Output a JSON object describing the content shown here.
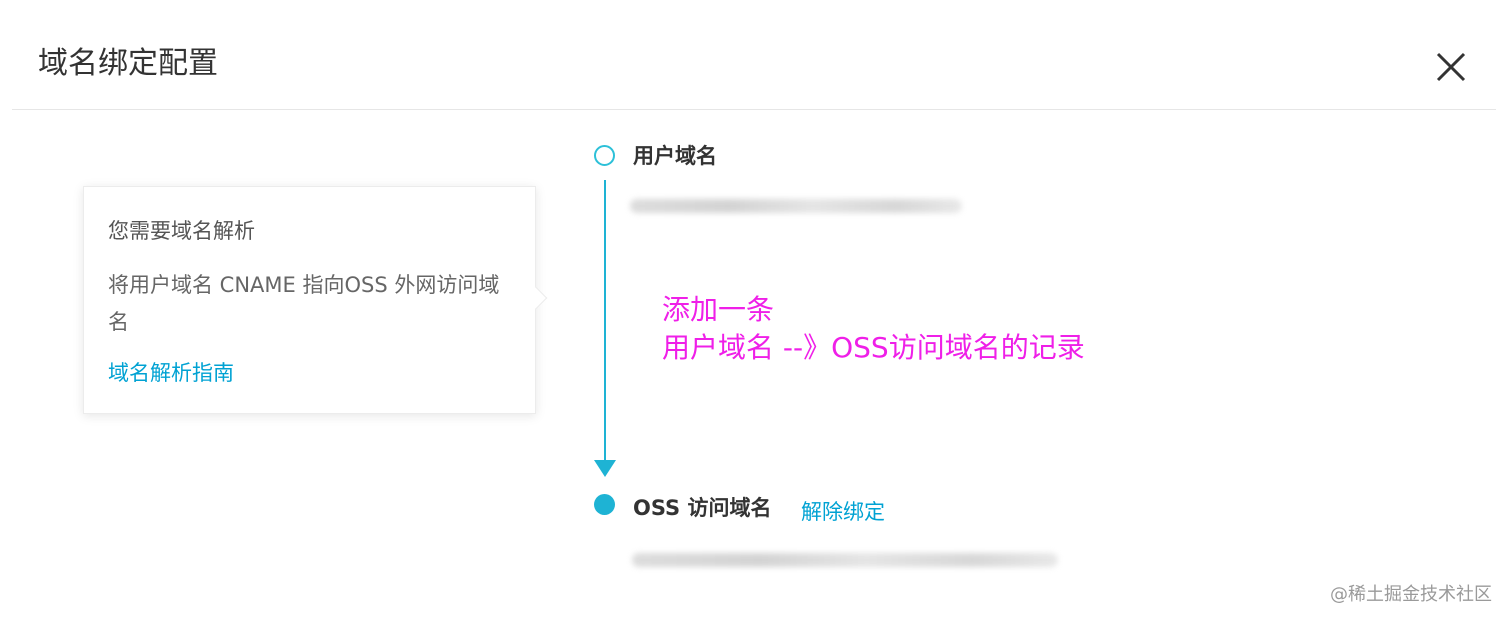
{
  "dialog": {
    "title": "域名绑定配置",
    "close_icon": "close-icon"
  },
  "popover": {
    "title": "您需要域名解析",
    "description": "将用户域名 CNAME 指向OSS 外网访问域名",
    "link": "域名解析指南"
  },
  "steps": {
    "user_domain": {
      "label": "用户域名",
      "icon": "hollow-circle-icon"
    },
    "oss_domain": {
      "label": "OSS 访问域名",
      "icon": "filled-circle-icon",
      "action": "解除绑定"
    }
  },
  "annotation": {
    "line1": "添加一条",
    "line2": "用户域名 --》OSS访问域名的记录"
  },
  "watermark": "@稀土掘金技术社区",
  "colors": {
    "accent": "#1eb3d4",
    "link": "#00a2d3",
    "annotation": "#ef1fe8"
  }
}
